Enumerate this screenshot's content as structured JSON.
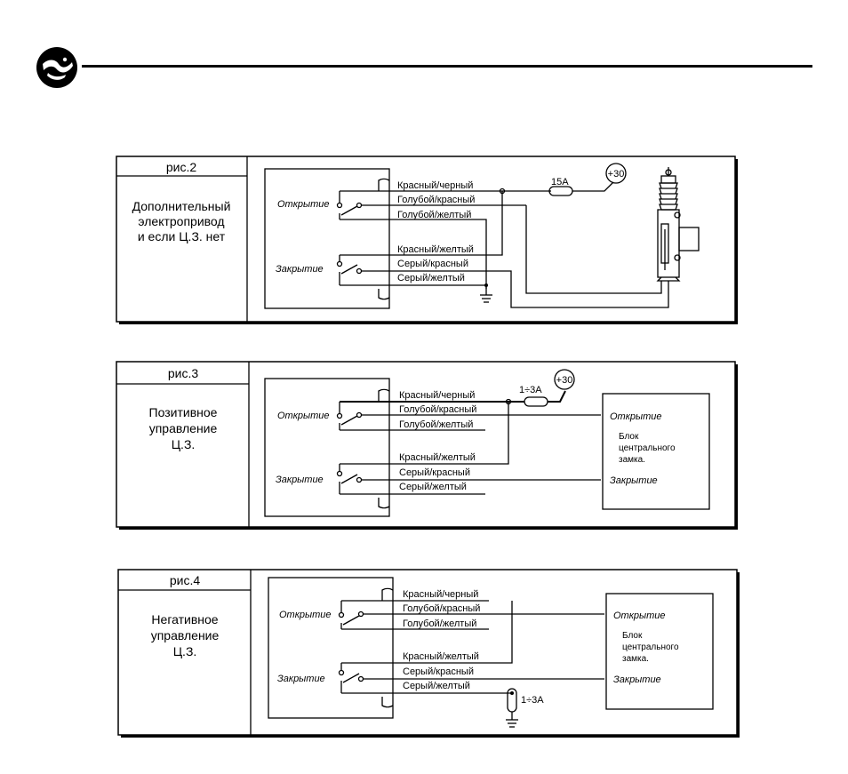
{
  "figures": [
    {
      "number": "рис.2",
      "description": [
        "Дополнительный",
        "электропривод",
        "и если Ц.З. нет"
      ],
      "open_label": "Открытие",
      "close_label": "Закрытие",
      "wires_open": [
        "Красный/черный",
        "Голубой/красный",
        "Голубой/желтый"
      ],
      "wires_close": [
        "Красный/желтый",
        "Серый/красный",
        "Серый/желтый"
      ],
      "fuse": "15А",
      "supply": "+30"
    },
    {
      "number": "рис.3",
      "description": [
        "Позитивное",
        "управление",
        "Ц.З."
      ],
      "open_label": "Открытие",
      "close_label": "Закрытие",
      "wires_open": [
        "Красный/черный",
        "Голубой/красный",
        "Голубой/желтый"
      ],
      "wires_close": [
        "Красный/желтый",
        "Серый/красный",
        "Серый/желтый"
      ],
      "fuse": "1÷3А",
      "supply": "+30",
      "block": {
        "open": "Открытие",
        "close": "Закрытие",
        "lines": [
          "Блок",
          "центрального",
          "замка."
        ]
      }
    },
    {
      "number": "рис.4",
      "description": [
        "Негативное",
        "управление",
        "Ц.З."
      ],
      "open_label": "Открытие",
      "close_label": "Закрытие",
      "wires_open": [
        "Красный/черный",
        "Голубой/красный",
        "Голубой/желтый"
      ],
      "wires_close": [
        "Красный/желтый",
        "Серый/красный",
        "Серый/желтый"
      ],
      "fuse": "1÷3А",
      "block": {
        "open": "Открытие",
        "close": "Закрытие",
        "lines": [
          "Блок",
          "центрального",
          "замка."
        ]
      }
    }
  ]
}
